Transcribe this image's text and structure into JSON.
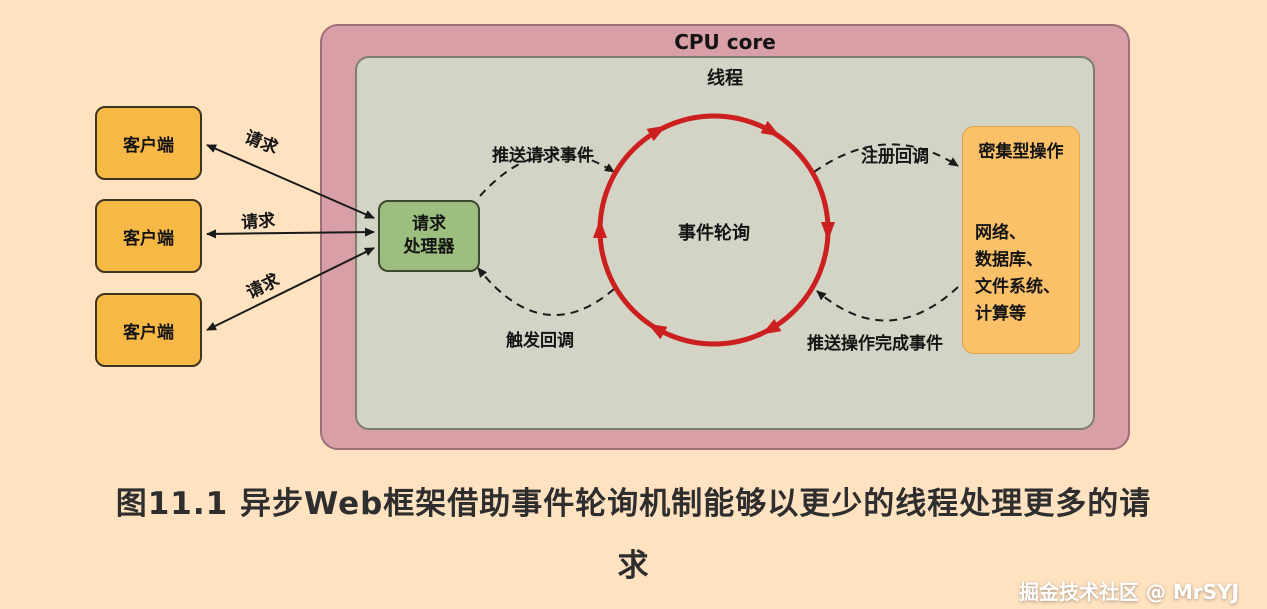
{
  "colors": {
    "background": "#FFE2C0",
    "cpu_core_box": "#D8A0A6",
    "thread_box": "#D3D4C5",
    "client_box": "#F8B845",
    "request_processor_box": "#9CBE7E",
    "intensive_ops_box": "#FBC169",
    "event_loop_circle": "#CC1F1F",
    "arrow": "#1A1A1A",
    "caption_text": "#2E2E2E",
    "watermark_text": "#FFFFFF"
  },
  "diagram": {
    "cpu_core_label": "CPU core",
    "thread_label": "线程",
    "clients": [
      "客户端",
      "客户端",
      "客户端"
    ],
    "request_labels": [
      "请求",
      "请求",
      "请求"
    ],
    "request_processor": {
      "line1": "请求",
      "line2": "处理器"
    },
    "event_loop_label": "事件轮询",
    "edge_labels": {
      "push_request_event": "推送请求事件",
      "trigger_callback": "触发回调",
      "register_callback": "注册回调",
      "push_complete_event": "推送操作完成事件"
    },
    "intensive_ops": {
      "title": "密集型操作",
      "lines": [
        "网络、",
        "数据库、",
        "文件系统、",
        "计算等"
      ]
    }
  },
  "caption": {
    "line1": "图11.1 异步Web框架借助事件轮询机制能够以更少的线程处理更多的请",
    "line2": "求"
  },
  "watermark": "掘金技术社区 @ MrSYJ"
}
